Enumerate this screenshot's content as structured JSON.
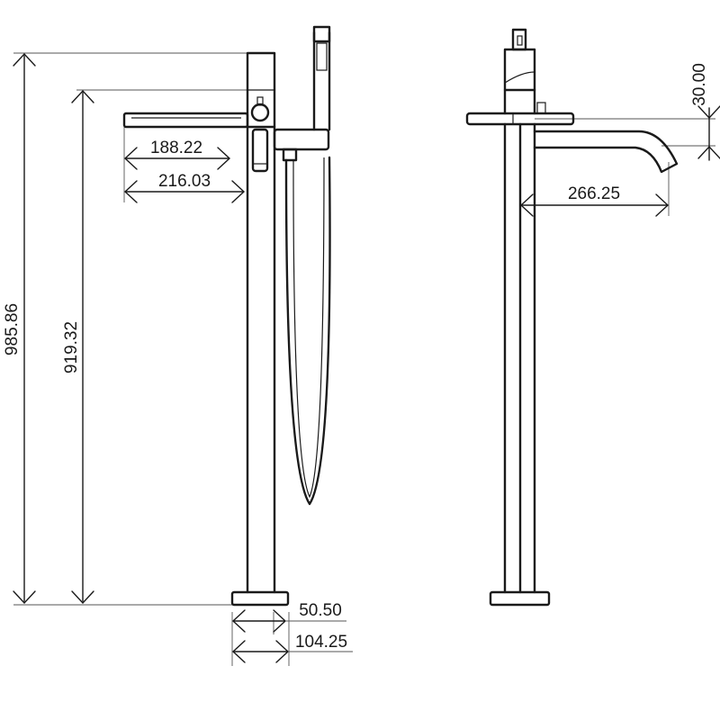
{
  "dimensions": {
    "total_height": "985.86",
    "spout_height": "919.32",
    "spout_reach": "188.22",
    "spout_overall": "216.03",
    "base_inner": "50.50",
    "base_outer": "104.25",
    "spout_drop": "30.00",
    "side_reach": "266.25"
  }
}
